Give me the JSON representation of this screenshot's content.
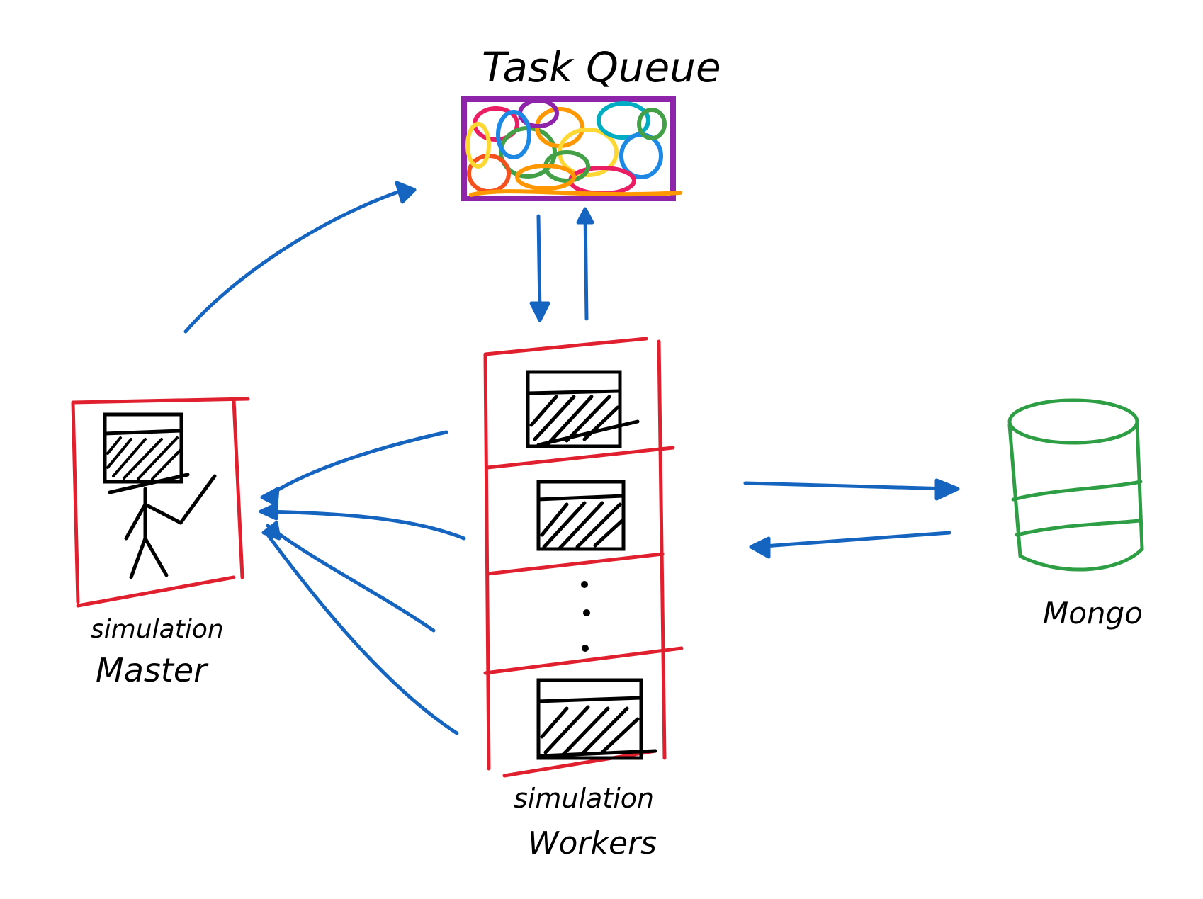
{
  "labels": {
    "task_queue": "Task Queue",
    "master_line1": "simulation",
    "master_line2": "Master",
    "workers_line1": "simulation",
    "workers_line2": "Workers",
    "mongo": "Mongo"
  },
  "colors": {
    "box_outline": "#e0202e",
    "arrow": "#1565c0",
    "ink": "#000000",
    "database": "#2e9e44",
    "queue_scribble": [
      "#8e24aa",
      "#e91e63",
      "#ff9800",
      "#43a047",
      "#fdd835",
      "#1e88e5",
      "#00acc1",
      "#f4511e"
    ]
  },
  "icons": {
    "task_queue": "colorful-scribble-queue-icon",
    "master": "stick-figure-with-screen-icon",
    "worker": "laptop-screen-icon",
    "mongo": "database-cylinder-icon"
  }
}
